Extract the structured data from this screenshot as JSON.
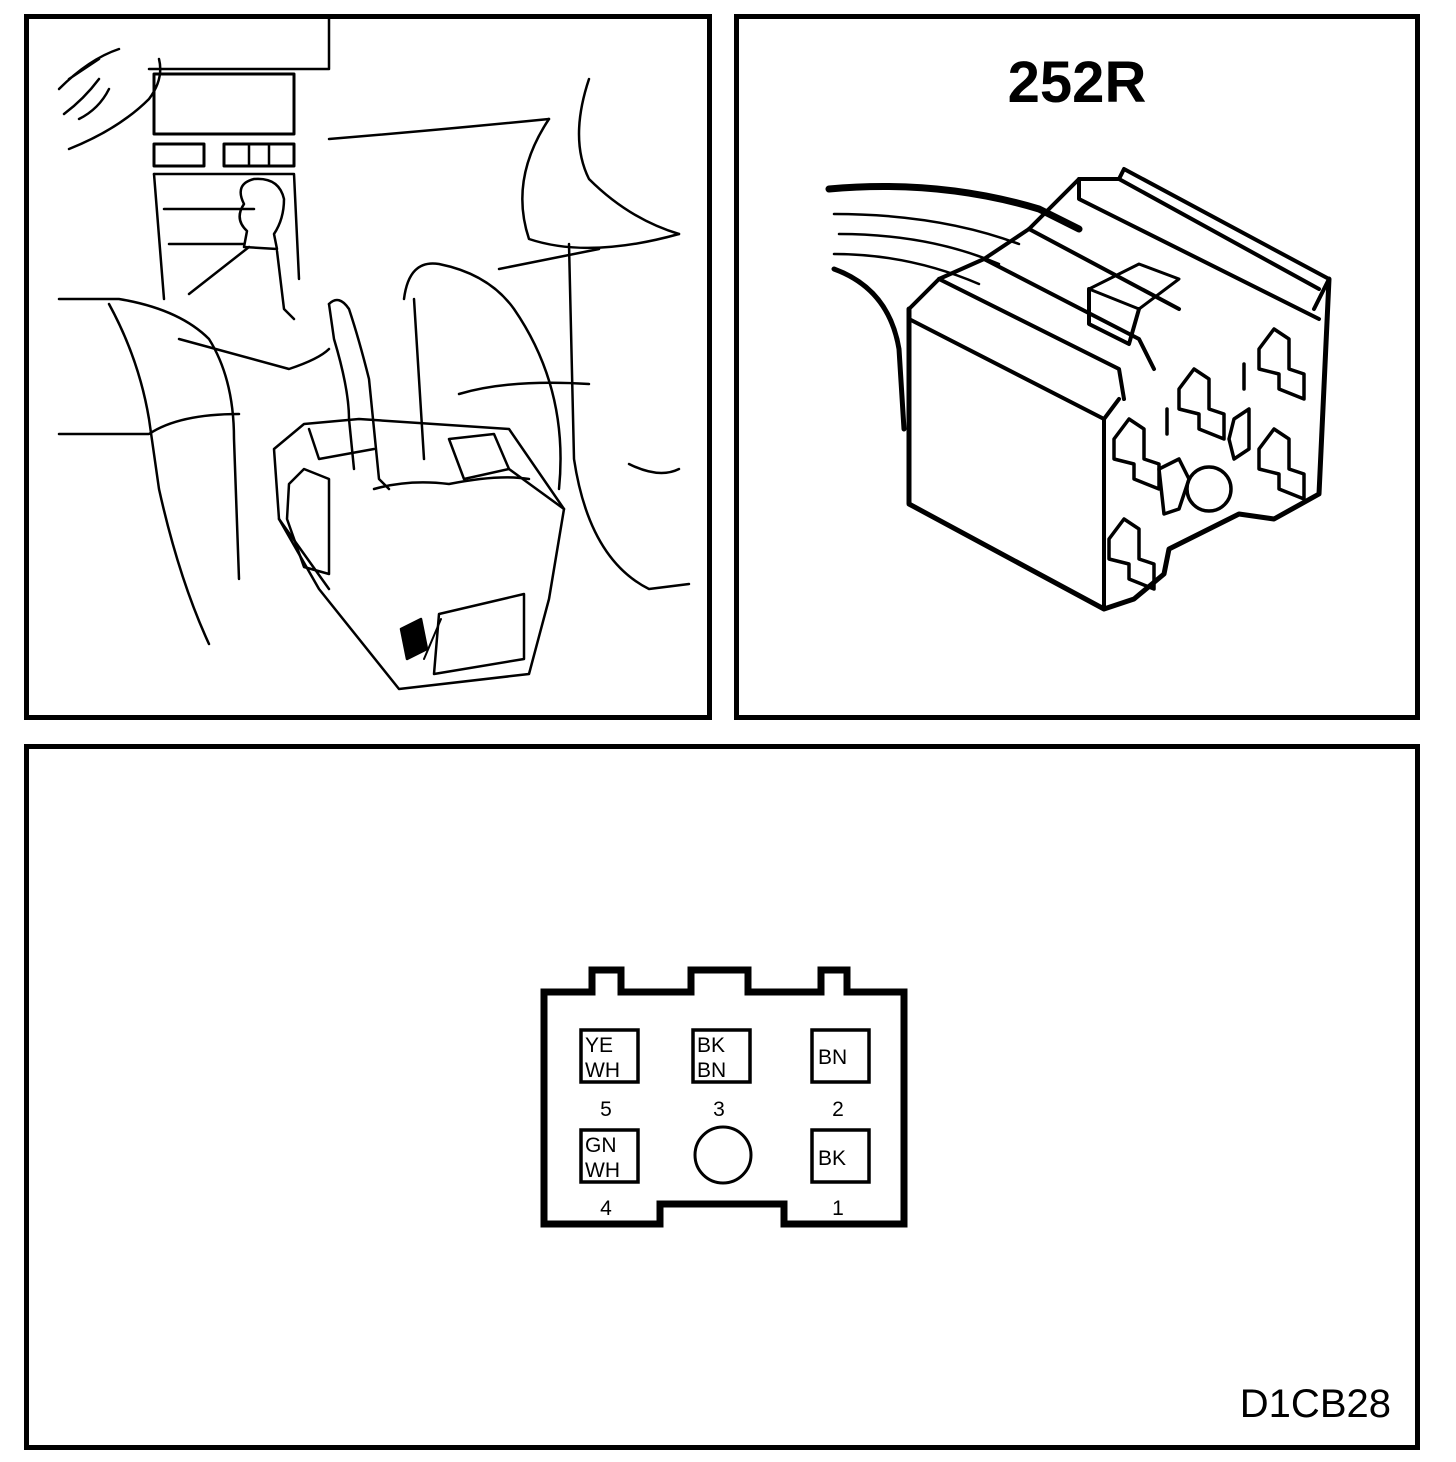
{
  "connector": {
    "id": "252R",
    "figure_code": "D1CB28",
    "pins": [
      {
        "number": "5",
        "wire_color": [
          "YE",
          "WH"
        ]
      },
      {
        "number": "3",
        "wire_color": [
          "BK",
          "BN"
        ]
      },
      {
        "number": "2",
        "wire_color": [
          "BN"
        ]
      },
      {
        "number": "4",
        "wire_color": [
          "GN",
          "WH"
        ]
      },
      {
        "number": "1",
        "wire_color": [
          "BK"
        ]
      }
    ]
  },
  "icons": [
    "vehicle-interior-sketch",
    "connector-3d-illustration",
    "connector-pinout-diagram"
  ]
}
